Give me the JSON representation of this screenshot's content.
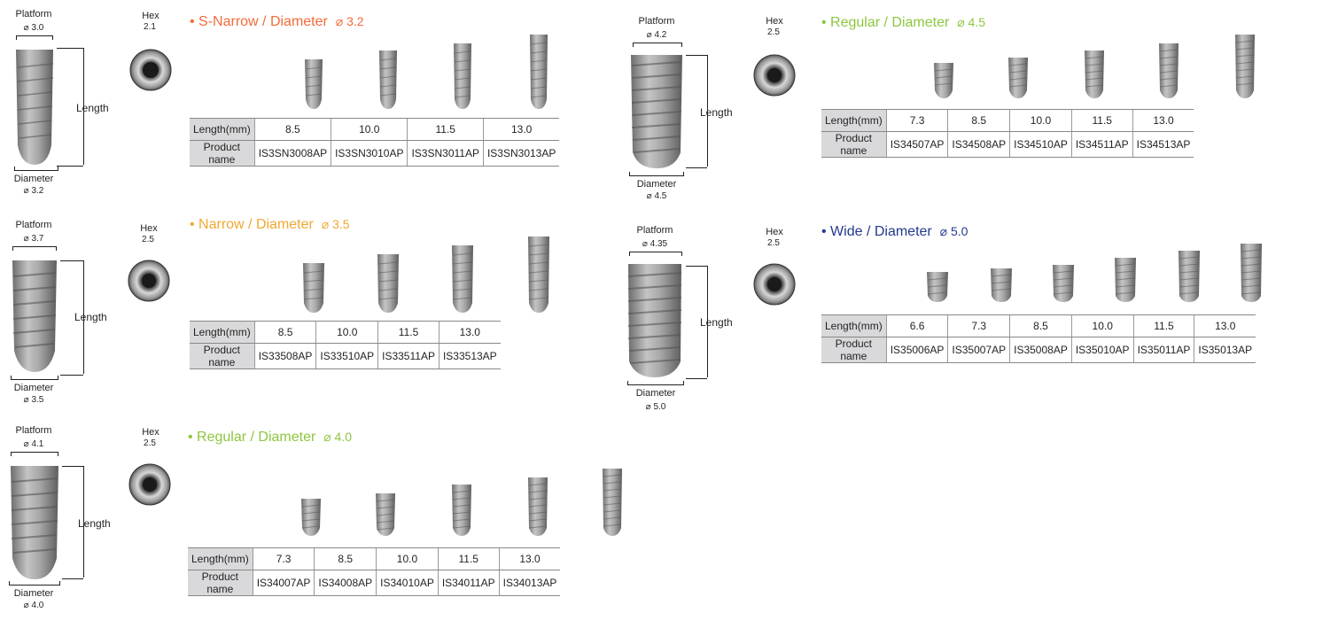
{
  "common": {
    "platform_label": "Platform",
    "diameter_label": "Diameter",
    "length_label": "Length",
    "hex_label": "Hex",
    "row_length": "Length(mm)",
    "row_product": "Product name"
  },
  "sections": [
    {
      "title": "S-Narrow / Diameter",
      "title_dia": "⌀ 3.2",
      "color": "#f26b3a",
      "platform": "⌀ 3.0",
      "diameter": "⌀ 3.2",
      "hex": "2.1",
      "lengths": [
        "8.5",
        "10.0",
        "11.5",
        "13.0"
      ],
      "products": [
        "IS3SN3008AP",
        "IS3SN3010AP",
        "IS3SN3011AP",
        "IS3SN3013AP"
      ]
    },
    {
      "title": "Narrow / Diameter",
      "title_dia": "⌀ 3.5",
      "color": "#f0a832",
      "platform": "⌀ 3.7",
      "diameter": "⌀ 3.5",
      "hex": "2.5",
      "lengths": [
        "8.5",
        "10.0",
        "11.5",
        "13.0"
      ],
      "products": [
        "IS33508AP",
        "IS33510AP",
        "IS33511AP",
        "IS33513AP"
      ]
    },
    {
      "title": "Regular / Diameter",
      "title_dia": "⌀ 4.0",
      "color": "#8dc63f",
      "platform": "⌀ 4.1",
      "diameter": "⌀ 4.0",
      "hex": "2.5",
      "lengths": [
        "7.3",
        "8.5",
        "10.0",
        "11.5",
        "13.0"
      ],
      "products": [
        "IS34007AP",
        "IS34008AP",
        "IS34010AP",
        "IS34011AP",
        "IS34013AP"
      ]
    },
    {
      "title": "Regular / Diameter",
      "title_dia": "⌀ 4.5",
      "color": "#8dc63f",
      "platform": "⌀ 4.2",
      "diameter": "⌀ 4.5",
      "hex": "2.5",
      "lengths": [
        "7.3",
        "8.5",
        "10.0",
        "11.5",
        "13.0"
      ],
      "products": [
        "IS34507AP",
        "IS34508AP",
        "IS34510AP",
        "IS34511AP",
        "IS34513AP"
      ]
    },
    {
      "title": "Wide / Diameter",
      "title_dia": "⌀ 5.0",
      "color": "#233a8c",
      "platform": "⌀ 4.35",
      "diameter": "⌀ 5.0",
      "hex": "2.5",
      "lengths": [
        "6.6",
        "7.3",
        "8.5",
        "10.0",
        "11.5",
        "13.0"
      ],
      "products": [
        "IS35006AP",
        "IS35007AP",
        "IS35008AP",
        "IS35010AP",
        "IS35011AP",
        "IS35013AP"
      ]
    }
  ]
}
